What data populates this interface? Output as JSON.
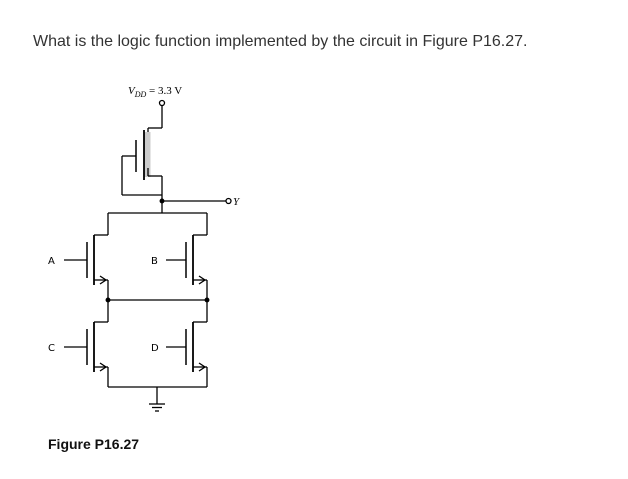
{
  "question": "What is the logic function implemented by the circuit in Figure P16.27.",
  "figure": {
    "caption": "Figure P16.27",
    "supply_label": "V",
    "supply_subscript": "DD",
    "supply_value": " = 3.3 V",
    "output_label": "Y",
    "inputs": {
      "a": "A",
      "b": "B",
      "c": "C",
      "d": "D"
    }
  }
}
